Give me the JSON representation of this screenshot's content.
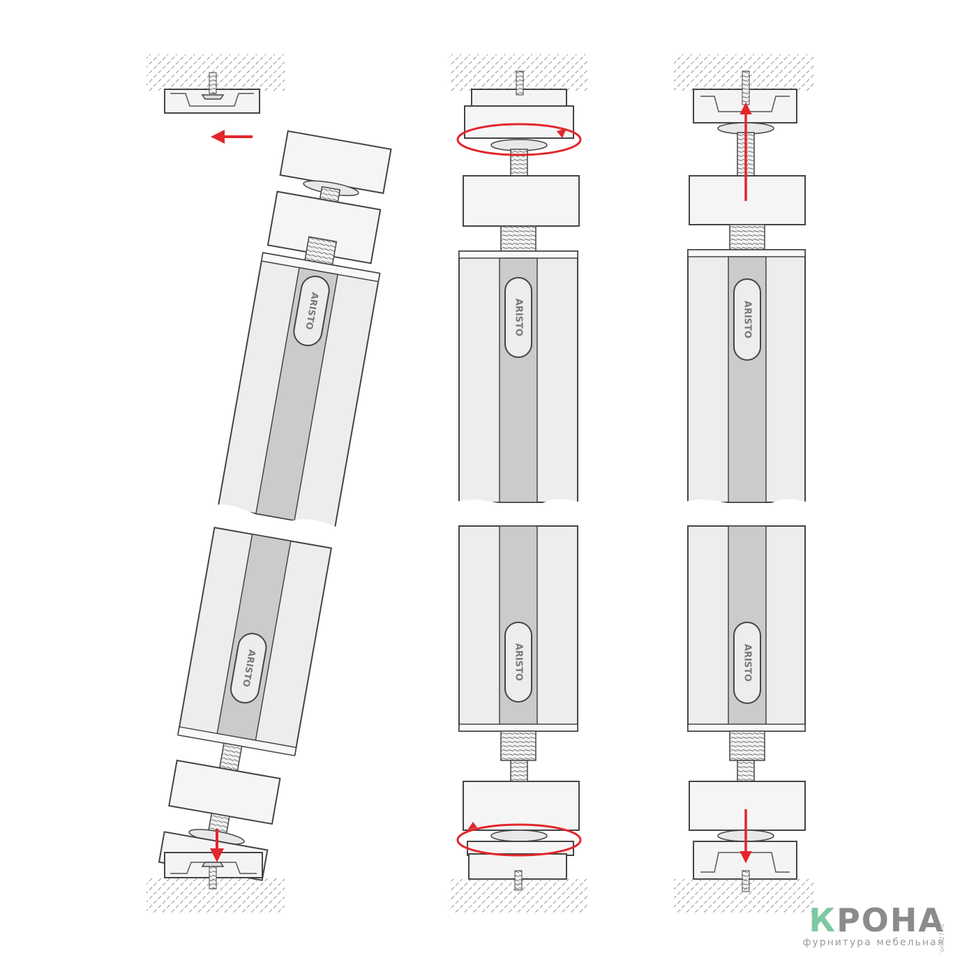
{
  "diagram": {
    "panel_logo_text": "ARISTO",
    "colors": {
      "line": "#444444",
      "profile_fill": "#eceeee",
      "channel_fill": "#c9cccb",
      "wall_hatch": "#777777",
      "arrow": "#e2262b"
    },
    "steps": [
      {
        "name": "step-1-insert-tilted",
        "arrow_direction": "left-and-down"
      },
      {
        "name": "step-2-rotate-adjusters",
        "arrow_direction": "rotate"
      },
      {
        "name": "step-3-extend-vertical",
        "arrow_direction": "up-and-down"
      }
    ]
  },
  "watermark": {
    "brand_first_letter": "К",
    "brand_rest": "РОНА",
    "tagline": "фурнитура мебельная",
    "site": "krona27.ru"
  }
}
